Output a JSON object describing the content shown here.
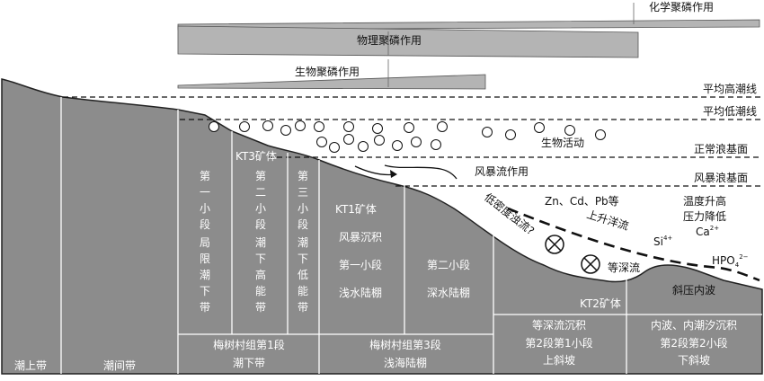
{
  "processes": {
    "chemical": "化学聚磷作用",
    "physical": "物理聚磷作用",
    "biological": "生物聚磷作用"
  },
  "levels": {
    "mean_high_tide": "平均高潮线",
    "mean_low_tide": "平均低潮线",
    "fair_weather_wave_base": "正常浪基面",
    "storm_wave_base": "风暴浪基面"
  },
  "processes_in_water": {
    "bio_activity": "生物活动",
    "storm_current": "风暴流作用",
    "turbidity": "低密度浊流?",
    "elements": "Zn、Cd、Pb等",
    "upwelling": "上升洋流",
    "si": "Si",
    "si_sup": "4+",
    "contour_current": "等深流",
    "temp_pressure_1": "温度升高",
    "temp_pressure_2": "压力降低",
    "ca": "Ca",
    "ca_sup": "2+",
    "hpo4": "HPO",
    "hpo4_sub": "4",
    "hpo4_sup": "2−",
    "internal_wave": "斜压内波"
  },
  "orebodies": {
    "kt3": "KT3矿体",
    "kt1": "KT1矿体",
    "kt2": "KT2矿体"
  },
  "zones": {
    "supratidal": "潮上带",
    "intertidal": "潮间带"
  },
  "column1": [
    "第",
    "一",
    "小",
    "段",
    "局",
    "限",
    "潮",
    "下",
    "带"
  ],
  "column2": [
    "第",
    "二",
    "小",
    "段",
    "潮",
    "下",
    "高",
    "能",
    "带"
  ],
  "column3": [
    "第",
    "三",
    "小",
    "段",
    "潮",
    "下",
    "低",
    "能",
    "带"
  ],
  "sub1": {
    "line1": "风暴沉积",
    "line2": "第一小段",
    "line3": "浅水陆棚"
  },
  "sub2": {
    "line1": "第二小段",
    "line2": "深水陆棚"
  },
  "bottom_labels": {
    "seg1_line1": "梅树村组第1段",
    "seg1_line2": "潮下带",
    "seg3_line1": "梅树村组第3段",
    "seg3_line2": "浅海陆棚",
    "contourite_line1": "等深流沉积",
    "contourite_line2": "第2段第1小段",
    "contourite_line3": "上斜坡",
    "internal_line1": "内波、内潮汐沉积",
    "internal_line2": "第2段第2小段",
    "internal_line3": "下斜坡"
  },
  "colors": {
    "sediment": "#8c8c8c",
    "arrow_fill": "#b4b4b4",
    "line": "#111111"
  }
}
